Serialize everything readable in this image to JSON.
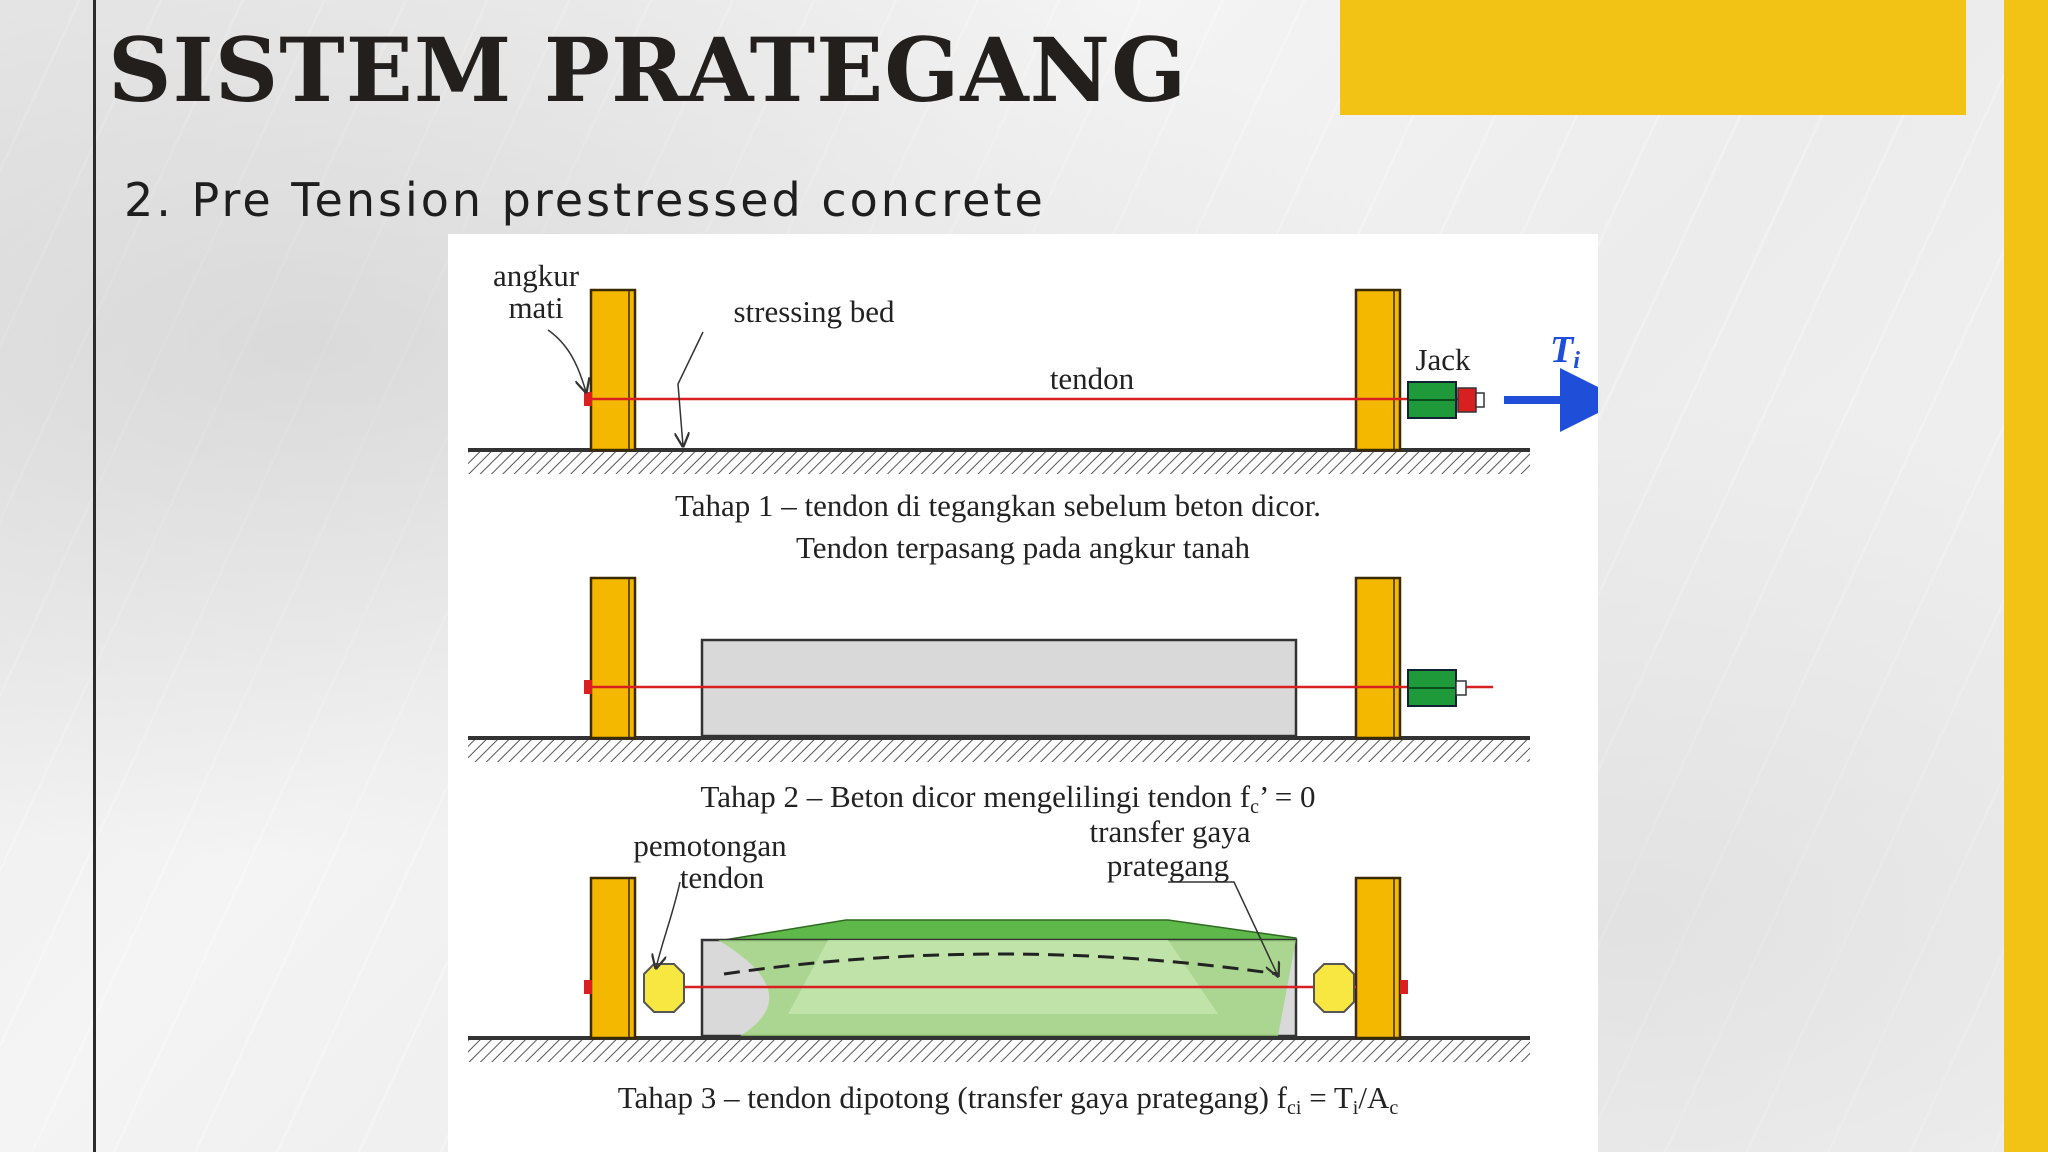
{
  "slide": {
    "title": "SISTEM PRATEGANG",
    "subtitle": "2. Pre Tension prestressed concrete"
  },
  "colors": {
    "accent": "#f2c214",
    "title_text": "#231f1d",
    "abutment": "#f5b800",
    "tendon": "#d82020",
    "jack": "#1f9a3a",
    "arrow": "#1f4fd8",
    "concrete": "#d9d9d9",
    "stress_zone": "#9ad47a"
  },
  "figure": {
    "stage1": {
      "label_dead_anchor": [
        "angkur",
        "mati"
      ],
      "label_bed": "stressing bed",
      "label_tendon": "tendon",
      "label_jack": "Jack",
      "label_force": "T",
      "label_force_sub": "i",
      "caption_line1": "Tahap 1 – tendon di tegangkan sebelum beton dicor.",
      "caption_line2": "Tendon terpasang pada angkur tanah"
    },
    "stage2": {
      "caption": "Tahap 2 – Beton dicor mengelilingi tendon  f",
      "caption_sub": "c",
      "caption_end": "’ = 0"
    },
    "stage3": {
      "label_cut": [
        "pemotongan",
        "tendon"
      ],
      "label_transfer": [
        "transfer gaya",
        "prategang"
      ],
      "caption": "Tahap 3 – tendon dipotong (transfer gaya prategang) f",
      "caption_sub1": "ci",
      "caption_mid": " = T",
      "caption_sub2": "i",
      "caption_mid2": "/A",
      "caption_sub3": "c"
    }
  }
}
